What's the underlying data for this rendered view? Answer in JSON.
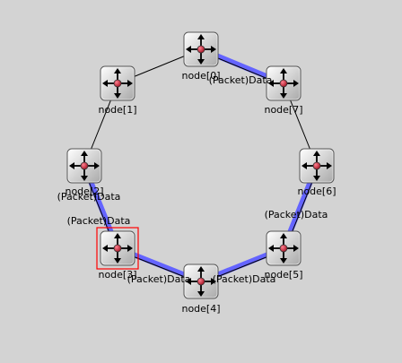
{
  "nodes": [
    {
      "label": "node[0]"
    },
    {
      "label": "node[1]"
    },
    {
      "label": "node[2]"
    },
    {
      "label": "node[3]",
      "selected": true
    },
    {
      "label": "node[4]"
    },
    {
      "label": "node[5]"
    },
    {
      "label": "node[6]"
    },
    {
      "label": "node[7]"
    }
  ],
  "links": [
    {
      "from": 0,
      "to": 1,
      "highlighted": false
    },
    {
      "from": 0,
      "to": 7,
      "highlighted": true
    },
    {
      "from": 1,
      "to": 2,
      "highlighted": false
    },
    {
      "from": 2,
      "to": 3,
      "highlighted": true
    },
    {
      "from": 3,
      "to": 4,
      "highlighted": true
    },
    {
      "from": 4,
      "to": 5,
      "highlighted": true
    },
    {
      "from": 5,
      "to": 6,
      "highlighted": true
    },
    {
      "from": 6,
      "to": 7,
      "highlighted": false
    }
  ],
  "packets": [
    {
      "label": "(Packet)Data"
    },
    {
      "label": "(Packet)Data"
    },
    {
      "label": "(Packet)Data"
    },
    {
      "label": "(Packet)Data"
    },
    {
      "label": "(Packet)Data"
    },
    {
      "label": "(Packet)Data"
    }
  ],
  "colors": {
    "background": "#d3d3d3",
    "highlight_link": "#6464ff",
    "selection": "#ff0000",
    "node_dot": "#cc2233"
  }
}
